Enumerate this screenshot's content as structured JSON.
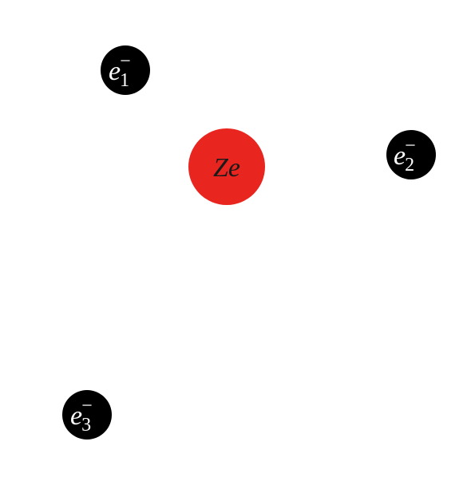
{
  "nucleus": {
    "label": "Ze",
    "color": "#e8261f"
  },
  "electrons": [
    {
      "symbol": "e",
      "subscript": "1",
      "charge": "−",
      "color": "#000000"
    },
    {
      "symbol": "e",
      "subscript": "2",
      "charge": "−",
      "color": "#000000"
    },
    {
      "symbol": "e",
      "subscript": "3",
      "charge": "−",
      "color": "#000000"
    }
  ]
}
